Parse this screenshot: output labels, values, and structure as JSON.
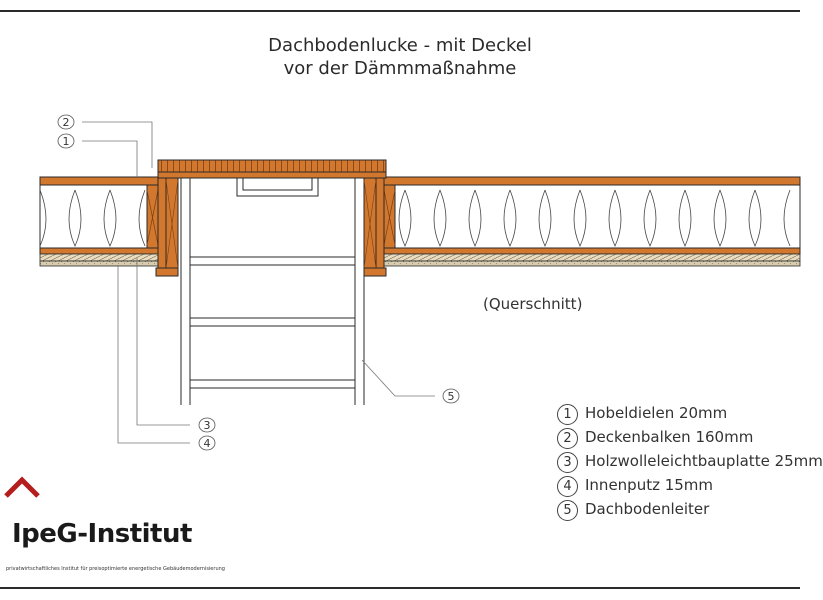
{
  "title": {
    "line1": "Dachbodenlucke - mit Deckel",
    "line2": "vor der Dämmmaßnahme"
  },
  "subcaption": "(Querschnitt)",
  "callouts": [
    "2",
    "1",
    "3",
    "4",
    "5"
  ],
  "legend": [
    {
      "num": "1",
      "text": "Hobeldielen 20mm"
    },
    {
      "num": "2",
      "text": "Deckenbalken 160mm"
    },
    {
      "num": "3",
      "text": "Holzwolleleichtbauplatte 25mm"
    },
    {
      "num": "4",
      "text": "Innenputz 15mm"
    },
    {
      "num": "5",
      "text": "Dachbodenleiter"
    }
  ],
  "logo": {
    "name": "IpeG-Institut",
    "tagline": "privatwirtschaftliches Institut für preisoptimierte energetische Gebäudemodernisierung",
    "accent_color": "#b41e1e"
  },
  "colors": {
    "wood": "#d2782e",
    "wood_dark": "#a8571d",
    "plaster": "#d8ccb0",
    "outline": "#2a2a2a"
  }
}
